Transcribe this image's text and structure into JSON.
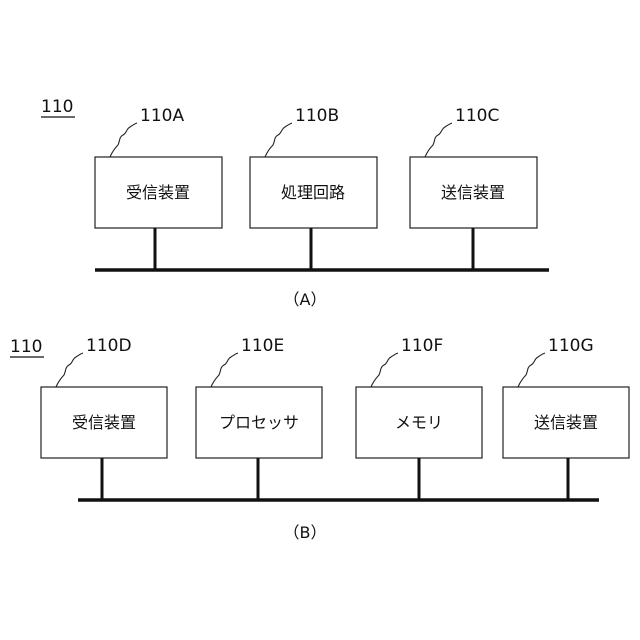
{
  "figA": {
    "group_label": "110",
    "caption": "（A）",
    "blocks": [
      {
        "ref": "110A",
        "text": "受信装置"
      },
      {
        "ref": "110B",
        "text": "処理回路"
      },
      {
        "ref": "110C",
        "text": "送信装置"
      }
    ]
  },
  "figB": {
    "group_label": "110",
    "caption": "（B）",
    "blocks": [
      {
        "ref": "110D",
        "text": "受信装置"
      },
      {
        "ref": "110E",
        "text": "プロセッサ"
      },
      {
        "ref": "110F",
        "text": "メモリ"
      },
      {
        "ref": "110G",
        "text": "送信装置"
      }
    ]
  }
}
